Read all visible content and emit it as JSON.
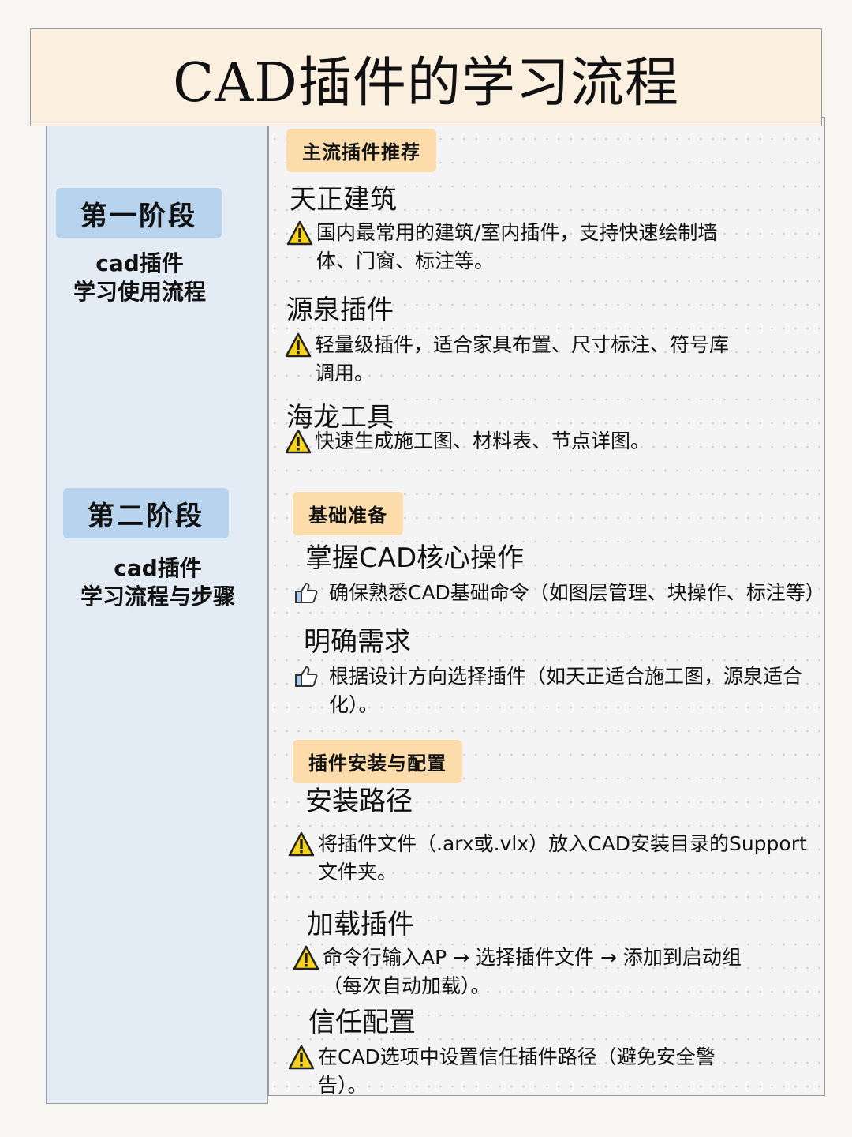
{
  "title": "CAD插件的学习流程",
  "sidebar": {
    "stage1": {
      "label": "第一阶段",
      "sub1": "cad插件",
      "sub2": "学习使用流程"
    },
    "stage2": {
      "label": "第二阶段",
      "sub1": "cad插件",
      "sub2": "学习流程与步骤"
    }
  },
  "sections": [
    {
      "tag": "主流插件推荐",
      "items": [
        {
          "heading": "天正建筑",
          "icon": "warning-icon",
          "lines": [
            "国内最常用的建筑/室内插件，支持快速绘制墙",
            "体、门窗、标注等。"
          ]
        },
        {
          "heading": "源泉插件",
          "icon": "warning-icon",
          "lines": [
            "轻量级插件，适合家具布置、尺寸标注、符号库",
            "调用。"
          ]
        },
        {
          "heading": "海龙工具",
          "icon": "warning-icon",
          "lines": [
            "快速生成施工图、材料表、节点详图。"
          ]
        }
      ]
    },
    {
      "tag": "基础准备",
      "items": [
        {
          "heading": "掌握CAD核心操作",
          "icon": "thumbs-up-icon",
          "lines": [
            "确保熟悉CAD基础命令（如图层管理、块操作、标注等）"
          ]
        },
        {
          "heading": "明确需求",
          "icon": "thumbs-up-icon",
          "lines": [
            "根据设计方向选择插件（如天正适合施工图，源泉适合",
            "化）。"
          ]
        }
      ]
    },
    {
      "tag": "插件安装与配置",
      "items": [
        {
          "heading": "安装路径",
          "icon": "warning-icon",
          "lines": [
            "将插件文件（.arx或.vlx）放入CAD安装目录的Support",
            "文件夹。"
          ]
        },
        {
          "heading": "加载插件",
          "icon": "warning-icon",
          "lines": [
            "命令行输入AP → 选择插件文件 → 添加到启动组",
            "（每次自动加载）。"
          ]
        },
        {
          "heading": "信任配置",
          "icon": "warning-icon",
          "lines": [
            "在CAD选项中设置信任插件路径（避免安全警",
            "告）。"
          ]
        }
      ]
    }
  ],
  "colors": {
    "title_bg": "#fbefe0",
    "sidebar_bg": "#e3ebf4",
    "badge_bg": "#b7d3ee",
    "tag_bg": "#fbdcaa"
  }
}
